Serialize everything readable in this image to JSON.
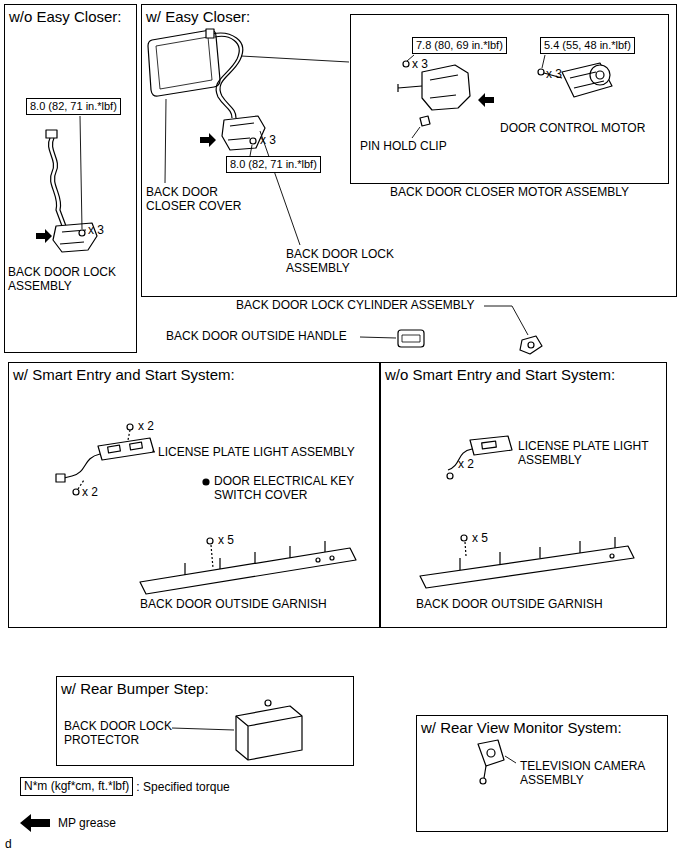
{
  "diagram": {
    "nodes": [
      {
        "text": [
          "w/o Easy Closer:"
        ]
      },
      {
        "text": [
          "8.0 (82, 71 in.*lbf)"
        ],
        "in": 0
      },
      {
        "text": [
          "w/ Easy Closer:"
        ]
      },
      {
        "text": [
          "BACK DOOR CLOSER MOTOR ASSEMBLY"
        ],
        "in": 2
      },
      {
        "text": [
          "7.8 (80, 69 in.*lbf)"
        ],
        "in": 3
      },
      {
        "text": [
          "5.4 (55, 48 in.*lbf)"
        ],
        "in": 3
      },
      {
        "text": [
          "8.0 (82, 71 in.*lbf)"
        ],
        "in": 2
      },
      {
        "text": [
          "w/ Smart Entry and Start System:"
        ]
      },
      {
        "text": [
          "w/o Smart Entry and Start System:"
        ]
      },
      {
        "text": [
          "w/ Rear Bumper Step:"
        ]
      },
      {
        "text": [
          "w/ Rear View Monitor System:"
        ]
      },
      {
        "text": [
          "N*m (kgf*cm, ft.*lbf)"
        ]
      }
    ],
    "labels": [
      "x 3",
      "BACK DOOR LOCK ASSEMBLY",
      "BACK DOOR CLOSER COVER",
      "x 3",
      "BACK DOOR LOCK ASSEMBLY",
      "x 3",
      "x 3",
      "DOOR CONTROL MOTOR",
      "PIN HOLD CLIP",
      "BACK DOOR LOCK CYLINDER ASSEMBLY",
      "BACK DOOR OUTSIDE HANDLE",
      "x 2",
      "LICENSE PLATE LIGHT ASSEMBLY",
      "x 2",
      "DOOR ELECTRICAL KEY SWITCH COVER",
      "x 5",
      "BACK DOOR OUTSIDE GARNISH",
      "LICENSE PLATE LIGHT ASSEMBLY",
      "x 2",
      "x 5",
      "BACK DOOR OUTSIDE GARNISH",
      "BACK DOOR LOCK PROTECTOR",
      "TELEVISION CAMERA ASSEMBLY",
      "d"
    ],
    "legend": [
      {
        "text": ": Specified torque"
      },
      {
        "text": "MP grease"
      }
    ]
  }
}
